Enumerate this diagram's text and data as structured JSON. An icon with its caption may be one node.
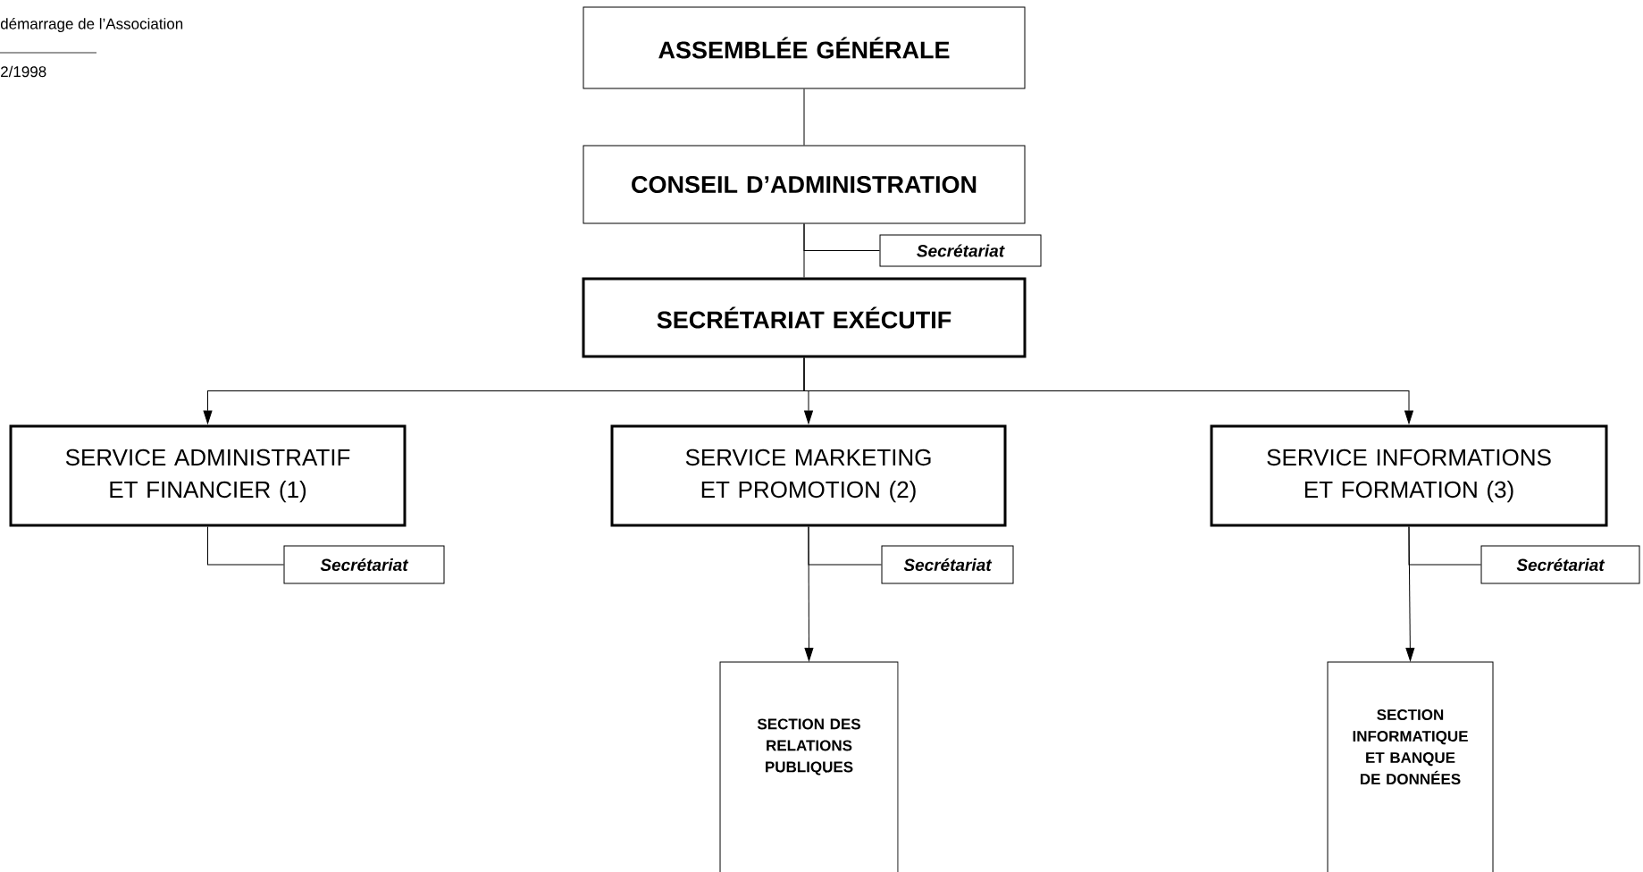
{
  "diagram": {
    "nodes": [
      {
        "text": [
          "ASSEMBLÉE GÉNÉRALE"
        ]
      },
      {
        "text": [
          "CONSEIL D’ADMINISTRATION"
        ]
      },
      {
        "text": [
          "Secrétariat"
        ]
      },
      {
        "text": [
          "SECRÉTARIAT EXÉCUTIF"
        ]
      },
      {
        "text": [
          "SERVICE ADMINISTRATIF ET FINANCIER (1)"
        ]
      },
      {
        "text": [
          "SERVICE MARKETING ET PROMOTION (2)"
        ]
      },
      {
        "text": [
          "SERVICE INFORMATIONS ET FORMATION (3)"
        ]
      },
      {
        "text": [
          "Secrétariat"
        ]
      },
      {
        "text": [
          "Secrétariat"
        ]
      },
      {
        "text": [
          "Secrétariat"
        ]
      },
      {
        "text": [
          "SECTION DES RELATIONS PUBLIQUES"
        ]
      },
      {
        "text": [
          "SECTION INFORMATIQUE ET BANQUE DE DONNÉES"
        ]
      }
    ],
    "edges": [
      {
        "from": 0,
        "to": 1,
        "arrow": "none"
      },
      {
        "from": 1,
        "to": 3,
        "arrow": "none"
      },
      {
        "from": 1,
        "to": 2,
        "arrow": "none"
      },
      {
        "from": 3,
        "to": 4,
        "arrow": "to"
      },
      {
        "from": 3,
        "to": 5,
        "arrow": "to"
      },
      {
        "from": 3,
        "to": 6,
        "arrow": "to"
      },
      {
        "from": 4,
        "to": 7,
        "arrow": "none"
      },
      {
        "from": 5,
        "to": 8,
        "arrow": "none"
      },
      {
        "from": 5,
        "to": 10,
        "arrow": "to"
      },
      {
        "from": 6,
        "to": 9,
        "arrow": "none"
      },
      {
        "from": 6,
        "to": 11,
        "arrow": "to"
      }
    ],
    "labels": [
      "démarrage de l’Association",
      "2/1998"
    ]
  }
}
